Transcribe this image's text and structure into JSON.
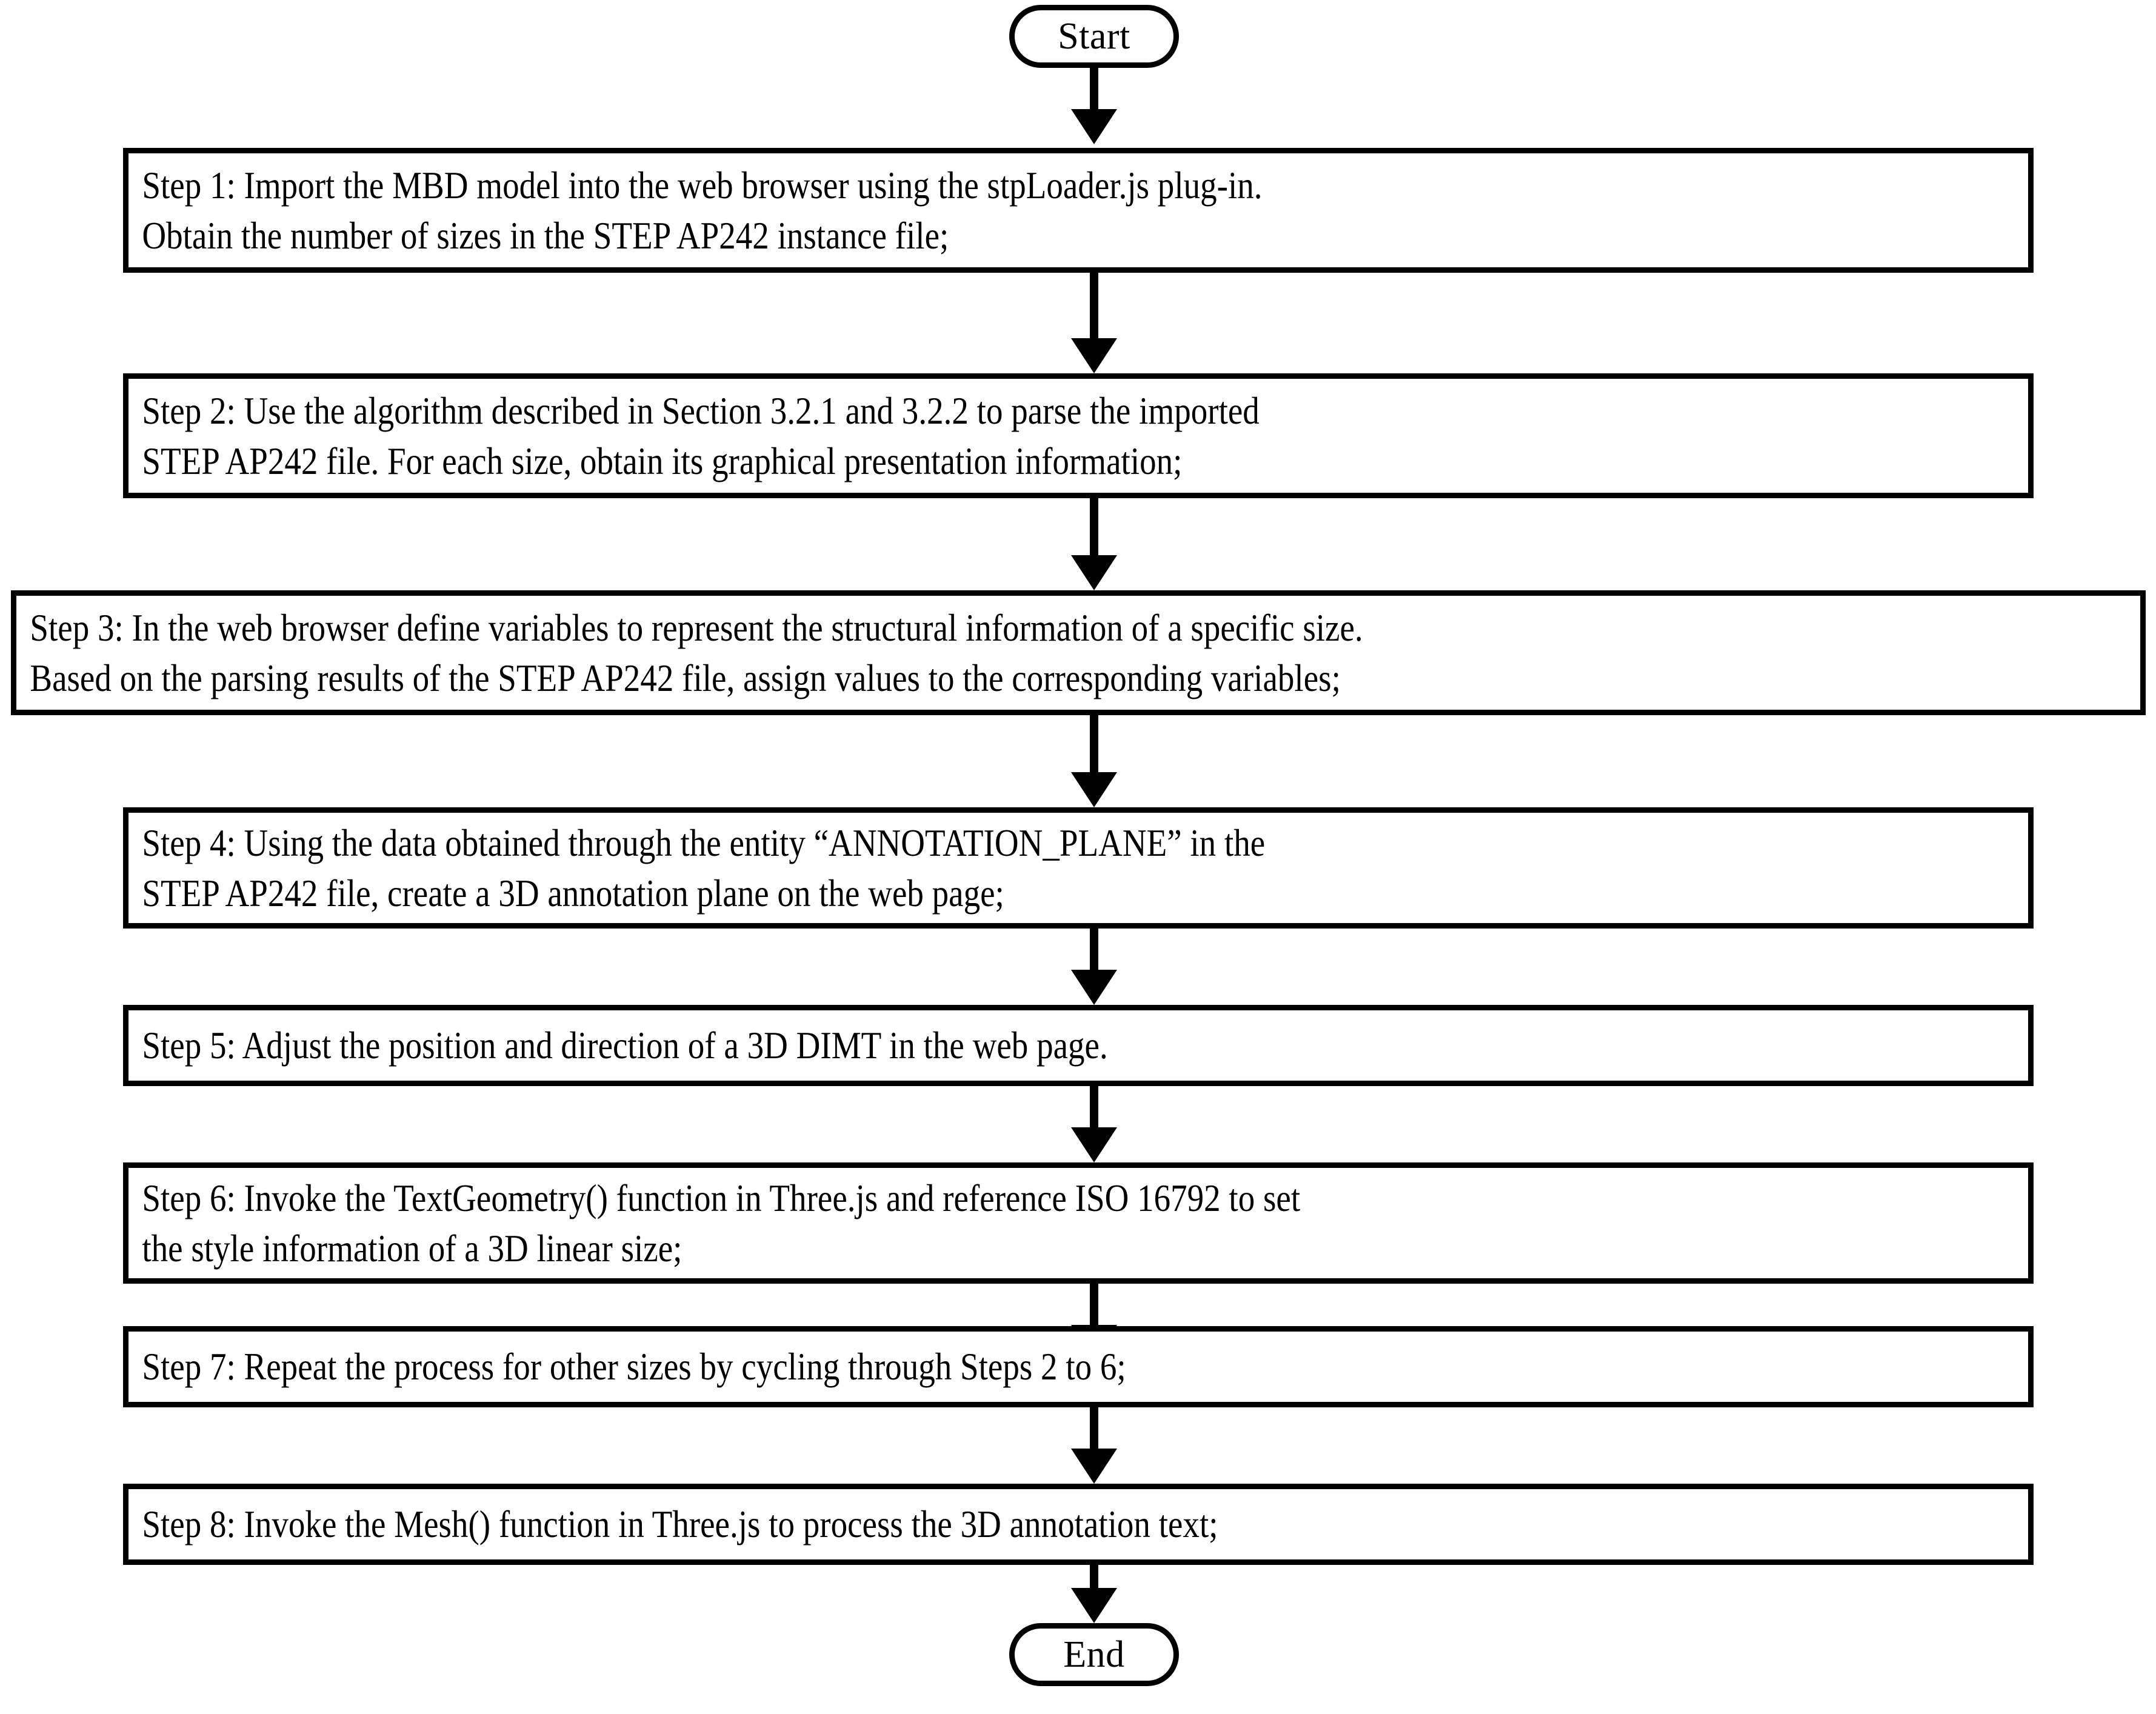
{
  "diagram": {
    "type": "flowchart",
    "orientation": "top-to-bottom",
    "stroke_color": "#000000",
    "fill_color": "#ffffff",
    "nodes": [
      {
        "id": "start",
        "shape": "terminator",
        "label": "Start"
      },
      {
        "id": "step1",
        "shape": "process",
        "label": "Step 1: Import the MBD model into the web browser using the stpLoader.js plug-in.\nObtain the number of sizes in the STEP AP242 instance file;"
      },
      {
        "id": "step2",
        "shape": "process",
        "label": "Step 2: Use the algorithm described in Section 3.2.1 and 3.2.2 to parse the imported\nSTEP AP242 file. For each size, obtain its graphical presentation information;"
      },
      {
        "id": "step3",
        "shape": "process",
        "label": "Step 3: In the web browser define variables to represent the structural information of a specific size.\nBased on the parsing results of the STEP AP242 file, assign values to the corresponding variables;"
      },
      {
        "id": "step4",
        "shape": "process",
        "label": "Step 4: Using the data obtained through the entity “ANNOTATION_PLANE” in the\nSTEP AP242 file, create a 3D annotation plane on the web page;"
      },
      {
        "id": "step5",
        "shape": "process",
        "label": "Step 5: Adjust the position and direction of a 3D DIMT in the web page."
      },
      {
        "id": "step6",
        "shape": "process",
        "label": "Step 6: Invoke the TextGeometry() function in Three.js and reference ISO 16792 to set\nthe style information of a 3D linear size;"
      },
      {
        "id": "step7",
        "shape": "process",
        "label": "Step 7: Repeat the process for other sizes by cycling through Steps 2 to 6;"
      },
      {
        "id": "step8",
        "shape": "process",
        "label": "Step 8: Invoke the Mesh() function in Three.js to process the 3D annotation text;"
      },
      {
        "id": "end",
        "shape": "terminator",
        "label": "End"
      }
    ],
    "edges": [
      {
        "from": "start",
        "to": "step1"
      },
      {
        "from": "step1",
        "to": "step2"
      },
      {
        "from": "step2",
        "to": "step3"
      },
      {
        "from": "step3",
        "to": "step4"
      },
      {
        "from": "step4",
        "to": "step5"
      },
      {
        "from": "step5",
        "to": "step6"
      },
      {
        "from": "step6",
        "to": "step7"
      },
      {
        "from": "step7",
        "to": "step8"
      },
      {
        "from": "step8",
        "to": "end"
      }
    ]
  }
}
